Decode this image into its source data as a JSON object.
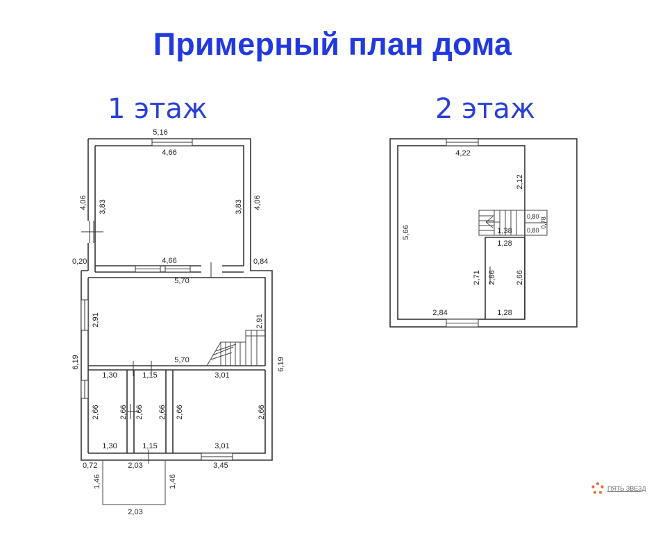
{
  "title": "Примерный план дома",
  "floor1": {
    "label": "1 этаж",
    "dims": {
      "top_outer": "5,16",
      "top_inner": "4,66",
      "left_outer": "4,06",
      "left_inner": "3,83",
      "right_inner": "3,83",
      "right_outer": "4,06",
      "offset_left": "0,20",
      "room1_bottom": "4,66",
      "offset_right": "0,84",
      "hall_top": "5,70",
      "hall_left": "2,91",
      "hall_right": "2,91",
      "hall_bottom": "5,70",
      "left_total": "6,19",
      "right_total": "6,19",
      "r1_top": "1,30",
      "r2_top": "1,15",
      "r3_top": "3,01",
      "r1_h_left": "2,66",
      "r1_h_right": "2,66",
      "r2_h_left": "2,66",
      "r2_h_right": "2,66",
      "r3_h_left": "2,66",
      "r3_h_right": "2,66",
      "r1_bottom": "1,30",
      "r2_bottom": "1,15",
      "r3_bottom": "3,01",
      "porch_offset": "0,72",
      "porch_top": "2,03",
      "bottom_outer": "3,45",
      "porch_left": "1,46",
      "porch_right": "1,46",
      "porch_bottom": "2,03"
    }
  },
  "floor2": {
    "label": "2 этаж",
    "dims": {
      "top": "4,22",
      "right_upper": "2,12",
      "left": "5,66",
      "stair_a": "0,80",
      "stair_b": "0,80",
      "stair_c": "0,78",
      "stair_len": "1,38",
      "small_top": "1,28",
      "small_h_left": "2,71",
      "small_h_mid": "2,66",
      "small_h_right": "2,66",
      "bottom_left": "2,84",
      "small_bottom": "1,28"
    }
  },
  "logo": {
    "text": "ПЯТЬ ЗВЕЗД",
    "color": "#e07a45"
  }
}
